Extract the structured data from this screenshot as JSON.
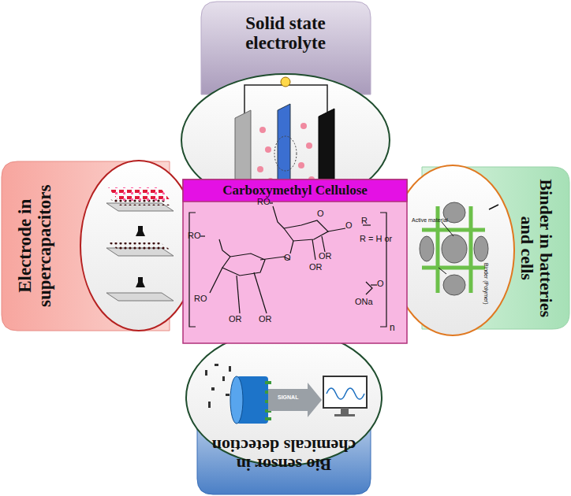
{
  "diagram": {
    "nodes": [
      {
        "text": [
          "Solid state electrolyte"
        ]
      },
      {
        "text": [
          "Electrode in supercapacitors"
        ]
      },
      {
        "text": [
          "Carboxymethyl Cellulose"
        ]
      },
      {
        "text": [
          "Binder in batteries and cells"
        ]
      },
      {
        "text": [
          "Bio sensor in chemicals detection"
        ]
      }
    ],
    "labels": [
      "RO",
      "O",
      "O",
      "R",
      "RO",
      "O",
      "OR",
      "OR",
      "RO",
      "OR",
      "OR",
      "n",
      "R = H or",
      "O",
      "ONa",
      "Active material",
      "Binder (Polymer)",
      "SIGNAL"
    ]
  }
}
